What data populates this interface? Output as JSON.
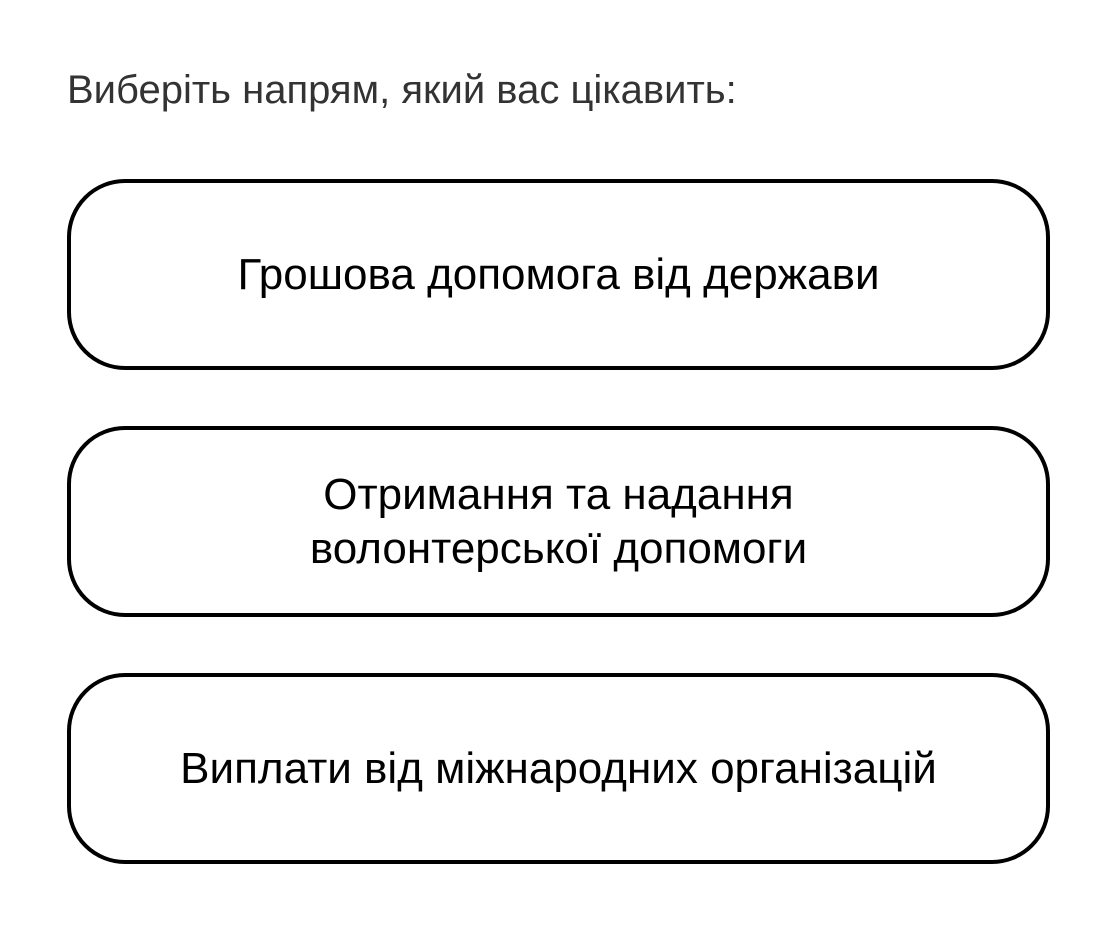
{
  "prompt": "Виберіть напрям, який вас цікавить:",
  "options": [
    {
      "label": "Грошова допомога від держави"
    },
    {
      "label": "Отримання та надання\nволонтерської допомоги"
    },
    {
      "label": "Виплати від міжнародних організацій"
    }
  ],
  "colors": {
    "background": "#ffffff",
    "prompt_text": "#333333",
    "option_border": "#000000",
    "option_text": "#000000"
  }
}
